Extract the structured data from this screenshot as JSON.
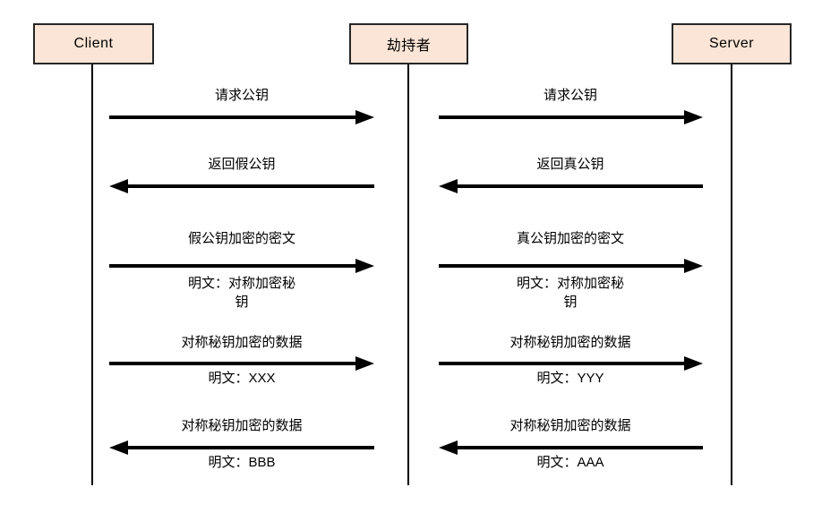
{
  "colors": {
    "background": "#ffffff",
    "actor_fill": "#fbe5d6",
    "actor_border": "#262626",
    "line": "#000000",
    "text": "#000000"
  },
  "actors": [
    {
      "label": "Client"
    },
    {
      "label": "劫持者"
    },
    {
      "label": "Server"
    }
  ],
  "lanes": {
    "left": {
      "between": "Client ↔ 劫持者",
      "messages": [
        {
          "label": "请求公钥",
          "direction": "right",
          "sublabel": ""
        },
        {
          "label": "返回假公钥",
          "direction": "left",
          "sublabel": ""
        },
        {
          "label": "假公钥加密的密文",
          "direction": "right",
          "sublabel": "明文：对称加密秘钥"
        },
        {
          "label": "对称秘钥加密的数据",
          "direction": "right",
          "sublabel": "明文：XXX"
        },
        {
          "label": "对称秘钥加密的数据",
          "direction": "left",
          "sublabel": "明文：BBB"
        }
      ]
    },
    "right": {
      "between": "劫持者 ↔ Server",
      "messages": [
        {
          "label": "请求公钥",
          "direction": "right",
          "sublabel": ""
        },
        {
          "label": "返回真公钥",
          "direction": "left",
          "sublabel": ""
        },
        {
          "label": "真公钥加密的密文",
          "direction": "right",
          "sublabel": "明文：对称加密秘钥"
        },
        {
          "label": "对称秘钥加密的数据",
          "direction": "right",
          "sublabel": "明文：YYY"
        },
        {
          "label": "对称秘钥加密的数据",
          "direction": "left",
          "sublabel": "明文：AAA"
        }
      ]
    }
  }
}
